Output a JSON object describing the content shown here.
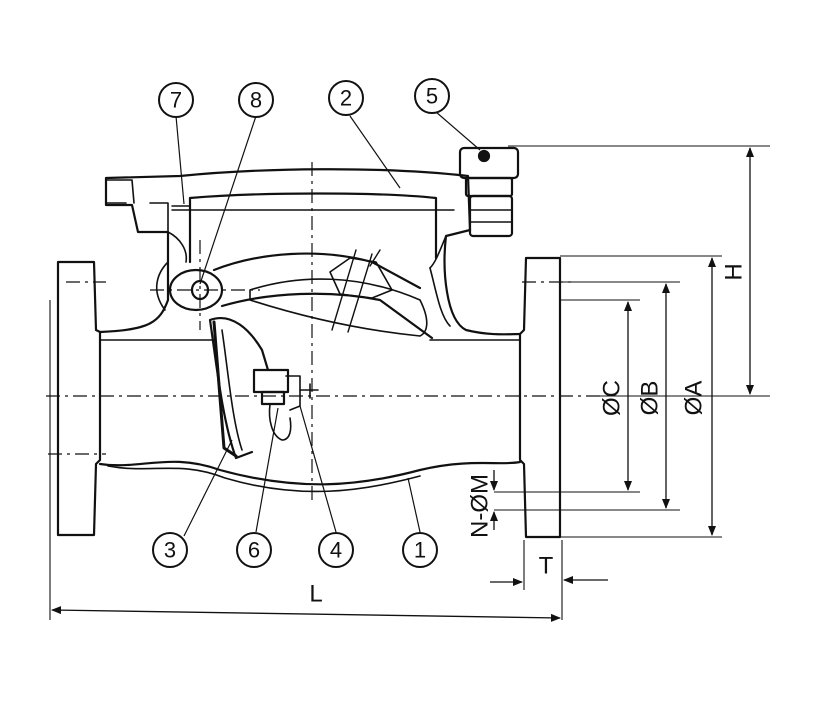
{
  "callouts": [
    {
      "id": "7",
      "label": "7"
    },
    {
      "id": "8",
      "label": "8"
    },
    {
      "id": "2",
      "label": "2"
    },
    {
      "id": "5",
      "label": "5"
    },
    {
      "id": "3",
      "label": "3"
    },
    {
      "id": "6",
      "label": "6"
    },
    {
      "id": "4",
      "label": "4"
    },
    {
      "id": "1",
      "label": "1"
    }
  ],
  "dimensions": {
    "H": "H",
    "C": "ØC",
    "B": "ØB",
    "A": "ØA",
    "NM": "N-ØM",
    "T": "T",
    "L": "L"
  },
  "colors": {
    "line": "#111111",
    "paper": "#ffffff"
  }
}
